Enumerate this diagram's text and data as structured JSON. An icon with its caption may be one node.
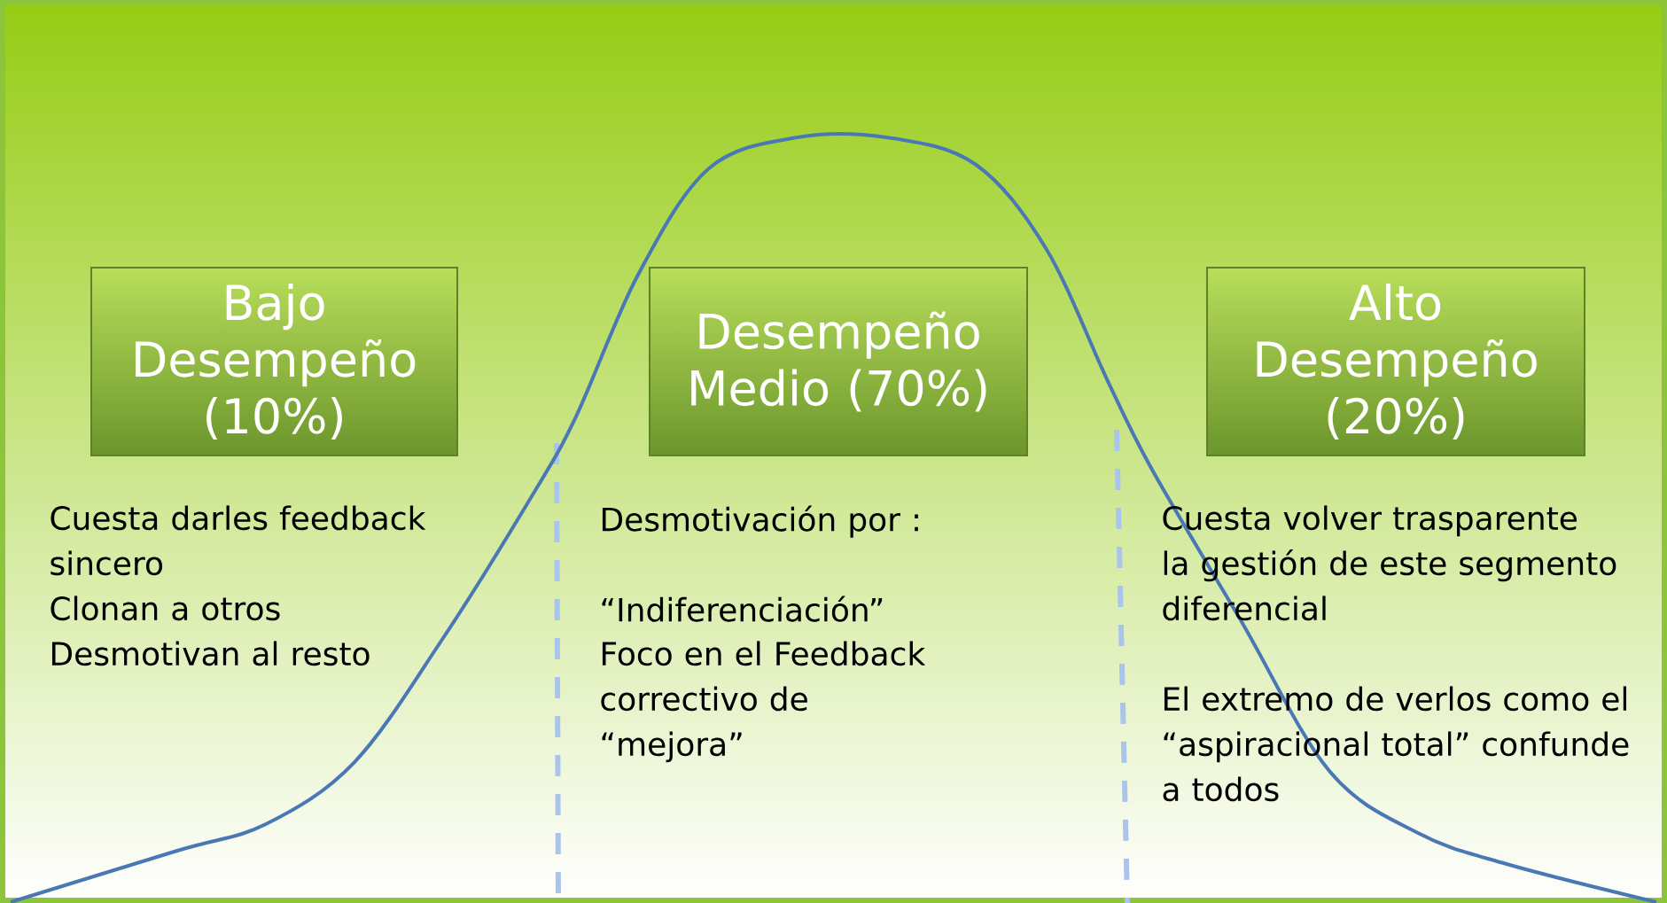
{
  "diagram": {
    "nodes": [
      {
        "text": [
          "Bajo Desempeño (10%)"
        ]
      },
      {
        "text": [
          "Desempeño Medio (70%)"
        ]
      },
      {
        "text": [
          "Alto Desempeño (20%)"
        ]
      }
    ],
    "labels": [
      "Cuesta darles feedback sincero",
      "Clonan a otros",
      "Desmotivan al resto",
      "Desmotivación por :",
      "“Indiferenciación”",
      "Foco en el Feedback correctivo de “mejora”",
      "Cuesta volver trasparente la gestión de este segmento diferencial",
      "El extremo de verlos como el “aspiracional total” confunde a todos"
    ]
  }
}
